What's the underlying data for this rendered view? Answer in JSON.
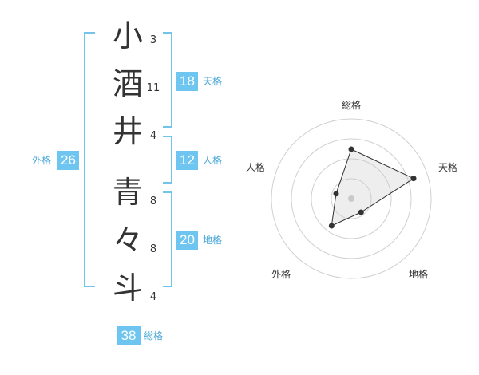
{
  "name": {
    "characters": [
      {
        "char": "小",
        "strokes": "3"
      },
      {
        "char": "酒",
        "strokes": "11"
      },
      {
        "char": "井",
        "strokes": "4"
      },
      {
        "char": "青",
        "strokes": "8"
      },
      {
        "char": "々",
        "strokes": "8"
      },
      {
        "char": "斗",
        "strokes": "4"
      }
    ]
  },
  "fortune": {
    "tenkaku": {
      "value": "18",
      "label": "天格"
    },
    "jinkaku": {
      "value": "12",
      "label": "人格"
    },
    "chikaku": {
      "value": "20",
      "label": "地格"
    },
    "gaikaku": {
      "value": "26",
      "label": "外格"
    },
    "soukaku": {
      "value": "38",
      "label": "総格"
    }
  },
  "colors": {
    "accent": "#6ec6f0",
    "bracket": "#74c3ea",
    "text": "#333333"
  },
  "chart_data": {
    "type": "radar",
    "axes": [
      "総格",
      "天格",
      "地格",
      "外格",
      "人格"
    ],
    "values": [
      0.62,
      0.82,
      0.21,
      0.42,
      0.2
    ],
    "rings": 4
  }
}
